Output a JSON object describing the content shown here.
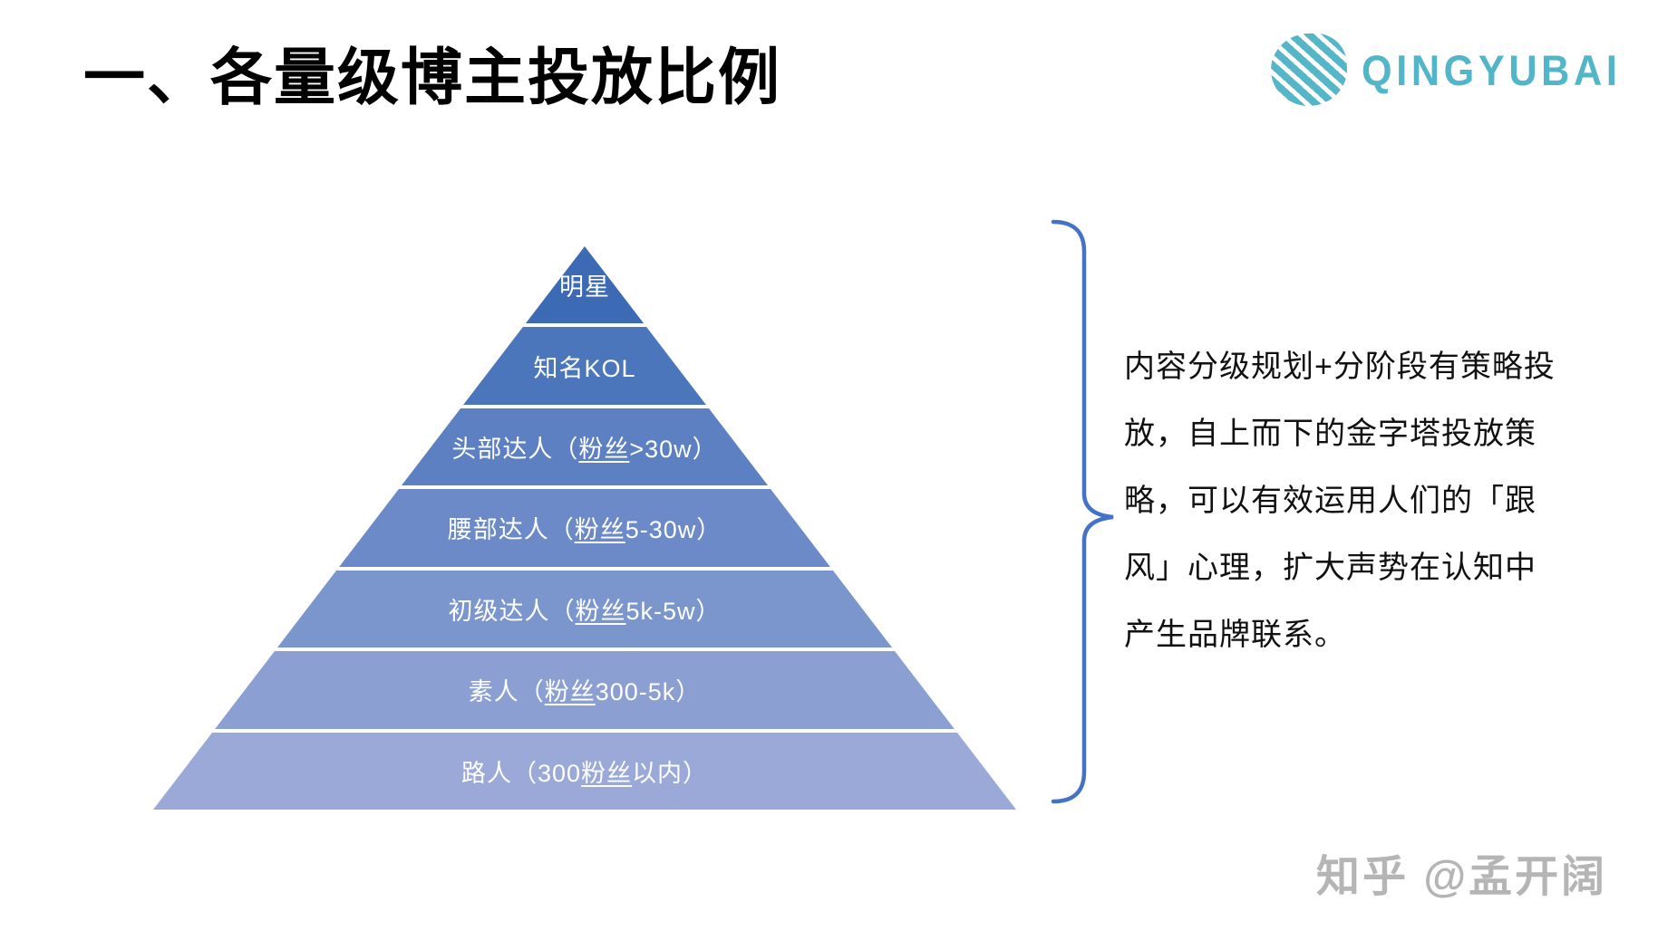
{
  "header": {
    "title": "一、各量级博主投放比例",
    "logo": {
      "text": "QINGYUBAI",
      "color": "#52b5c8",
      "icon": "striped-ball-icon"
    }
  },
  "pyramid": {
    "separator_color": "#ffffff",
    "levels": [
      {
        "label": "明星",
        "pre": "明星",
        "fans": "",
        "post": "",
        "color": "#3d6ab4"
      },
      {
        "label": "知名KOL",
        "pre": "知名KOL",
        "fans": "",
        "post": "",
        "color": "#4c76bb"
      },
      {
        "label": "头部达人（粉丝>30w）",
        "pre": "头部达人（",
        "fans": "粉丝",
        "post": ">30w）",
        "color": "#5c80c1"
      },
      {
        "label": "腰部达人（粉丝5-30w）",
        "pre": "腰部达人（",
        "fans": "粉丝",
        "post": "5-30w）",
        "color": "#6c8ac7"
      },
      {
        "label": "初级达人（粉丝5k-5w）",
        "pre": "初级达人（",
        "fans": "粉丝",
        "post": "5k-5w）",
        "color": "#7b95cd"
      },
      {
        "label": "素人（粉丝300-5k）",
        "pre": "素人（",
        "fans": "粉丝",
        "post": "300-5k）",
        "color": "#8b9fd3"
      },
      {
        "label": "路人（300粉丝以内）",
        "pre": "路人（300",
        "fans": "粉丝",
        "post": "以内）",
        "color": "#9aa9d8"
      }
    ]
  },
  "annotation": {
    "brace_color": "#4472c4",
    "full_text": "内容分级规划+分阶段有策略投放，自上而下的金字塔投放策略，可以有效运用人们的「跟风」心理，扩大声势在认知中产生品牌联系。",
    "lines": [
      "内容分级规划+分阶段有策略投",
      "放，自上而下的金字塔投放策",
      "略，可以有效运用人们的「跟",
      "风」心理，扩大声势在认知中",
      "产生品牌联系。"
    ]
  },
  "watermark": {
    "text": "知乎 @孟开阔",
    "color": "#b5b5b5"
  }
}
